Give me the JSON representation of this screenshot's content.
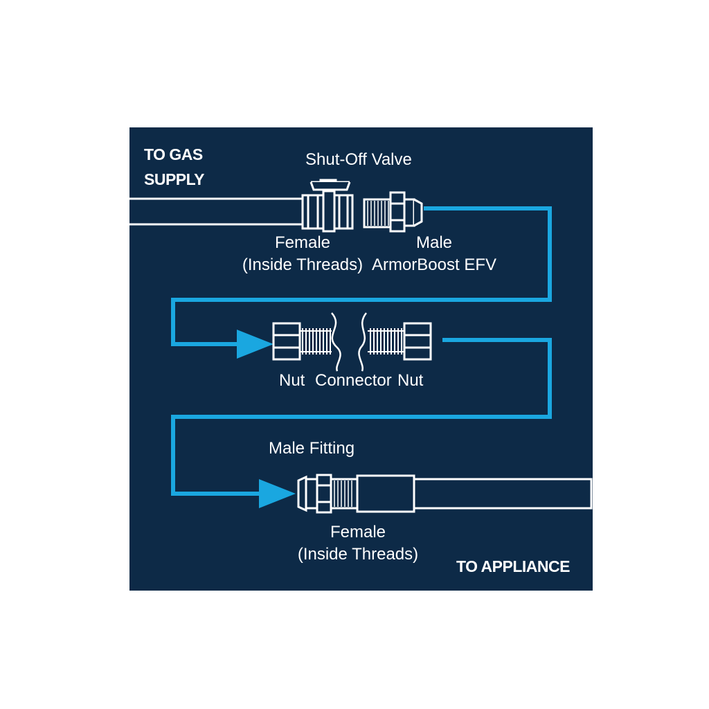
{
  "labels": {
    "to_gas_supply": [
      "TO GAS",
      "SUPPLY"
    ],
    "shutoff_valve": "Shut-Off Valve",
    "female_top": [
      "Female",
      "(Inside Threads)"
    ],
    "male_efv": [
      "Male",
      "ArmorBoost EFV"
    ],
    "nut_left": "Nut",
    "connector": "Connector",
    "nut_right": "Nut",
    "male_fitting": "Male Fitting",
    "female_bottom": [
      "Female",
      "(Inside Threads)"
    ],
    "to_appliance": "TO APPLIANCE"
  },
  "colors": {
    "background": "#0d2a47",
    "flow_line": "#1aa7e0",
    "outline": "#ffffff"
  },
  "icons": [
    "pipe",
    "shut-off-valve",
    "efv-fitting",
    "flare-nut",
    "corrugated-connector",
    "male-fitting",
    "flow-arrow"
  ]
}
